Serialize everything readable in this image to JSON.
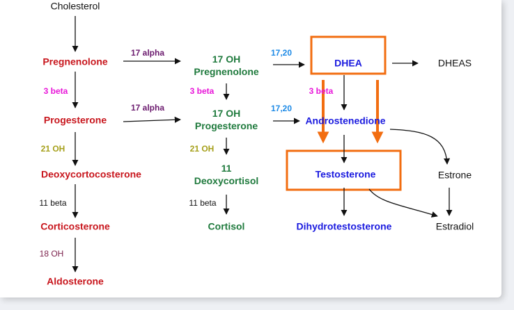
{
  "nodes": {
    "cholesterol": "Cholesterol",
    "pregnenolone": "Pregnenolone",
    "progesterone": "Progesterone",
    "deoxycorticosterone": "Deoxycortocosterone",
    "corticosterone": "Corticosterone",
    "aldosterone": "Aldosterone",
    "oh17_preg_l1": "17 OH",
    "oh17_preg_l2": "Pregnenolone",
    "oh17_prog_l1": "17 OH",
    "oh17_prog_l2": "Progesterone",
    "deoxycortisol_l1": "11",
    "deoxycortisol_l2": "Deoxycortisol",
    "cortisol": "Cortisol",
    "dhea": "DHEA",
    "dheas": "DHEAS",
    "androstenedione": "Androstenedione",
    "testosterone": "Testosterone",
    "dihydrotestosterone": "Dihydrotestosterone",
    "estrone": "Estrone",
    "estradiol": "Estradiol"
  },
  "enzymes": {
    "alpha17_top": "17 alpha",
    "alpha17_mid": "17 alpha",
    "lyase_top": "17,20",
    "lyase_mid": "17,20",
    "beta3_left": "3 beta",
    "beta3_mid": "3 beta",
    "beta3_right": "3 beta",
    "oh21_left": "21 OH",
    "oh21_mid": "21 OH",
    "beta11_left": "11 beta",
    "beta11_mid": "11 beta",
    "oh18": "18 OH"
  },
  "colors": {
    "mineralocorticoid_path": "#c8161d",
    "glucocorticoid_path": "#1f7a3d",
    "androgen_path": "#1a1adf",
    "highlight": "#f26d10",
    "enzyme_17alpha": "#6b1a6e",
    "enzyme_3beta": "#e815d8",
    "enzyme_21oh": "#a6a01b",
    "enzyme_1720": "#1d8ae6",
    "enzyme_18oh": "#7a1f4a"
  }
}
